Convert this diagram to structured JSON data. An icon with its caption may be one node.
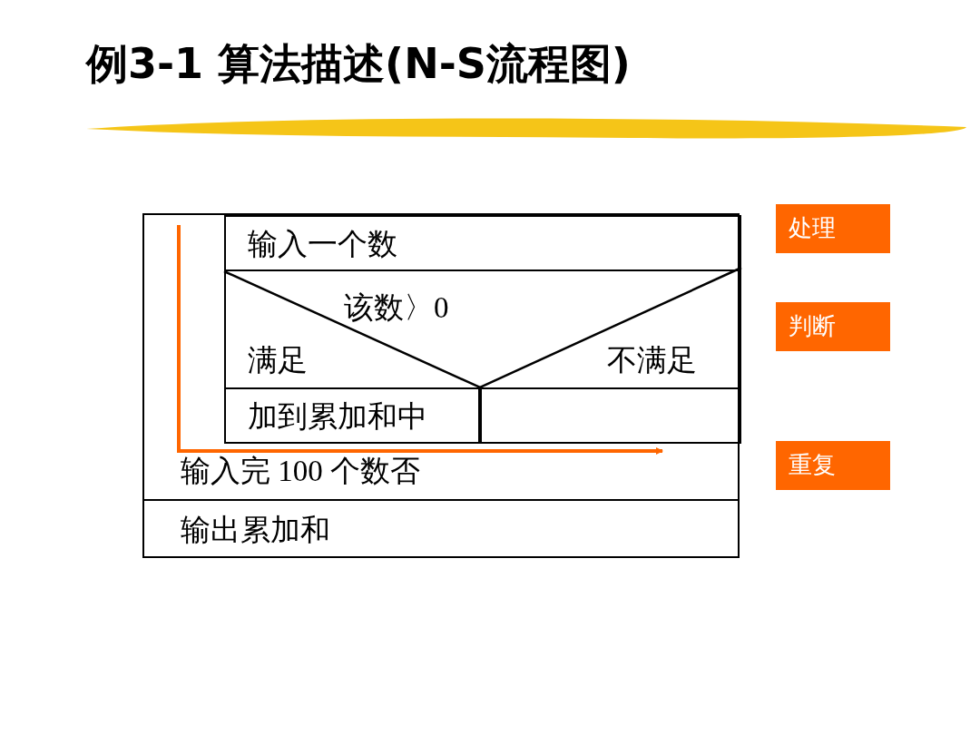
{
  "diagram": {
    "title": "例3-1  算法描述(N-S流程图)",
    "nodes": [
      {
        "text": [
          "输入完 100 个数否"
        ]
      },
      {
        "text": [
          "输入一个数"
        ],
        "in": 0
      },
      {
        "text": [
          "该数〉0",
          "满足",
          "不满足"
        ],
        "in": 0
      },
      {
        "text": [
          "加到累加和中"
        ],
        "in": 0
      },
      {
        "text": [],
        "shape": "box",
        "in": 0
      },
      {
        "text": [
          "输出累加和"
        ]
      },
      {
        "text": [
          "处理"
        ]
      },
      {
        "text": [
          "判断"
        ]
      },
      {
        "text": [
          "重复"
        ]
      },
      {
        "text": [],
        "shape": "bar"
      }
    ]
  }
}
